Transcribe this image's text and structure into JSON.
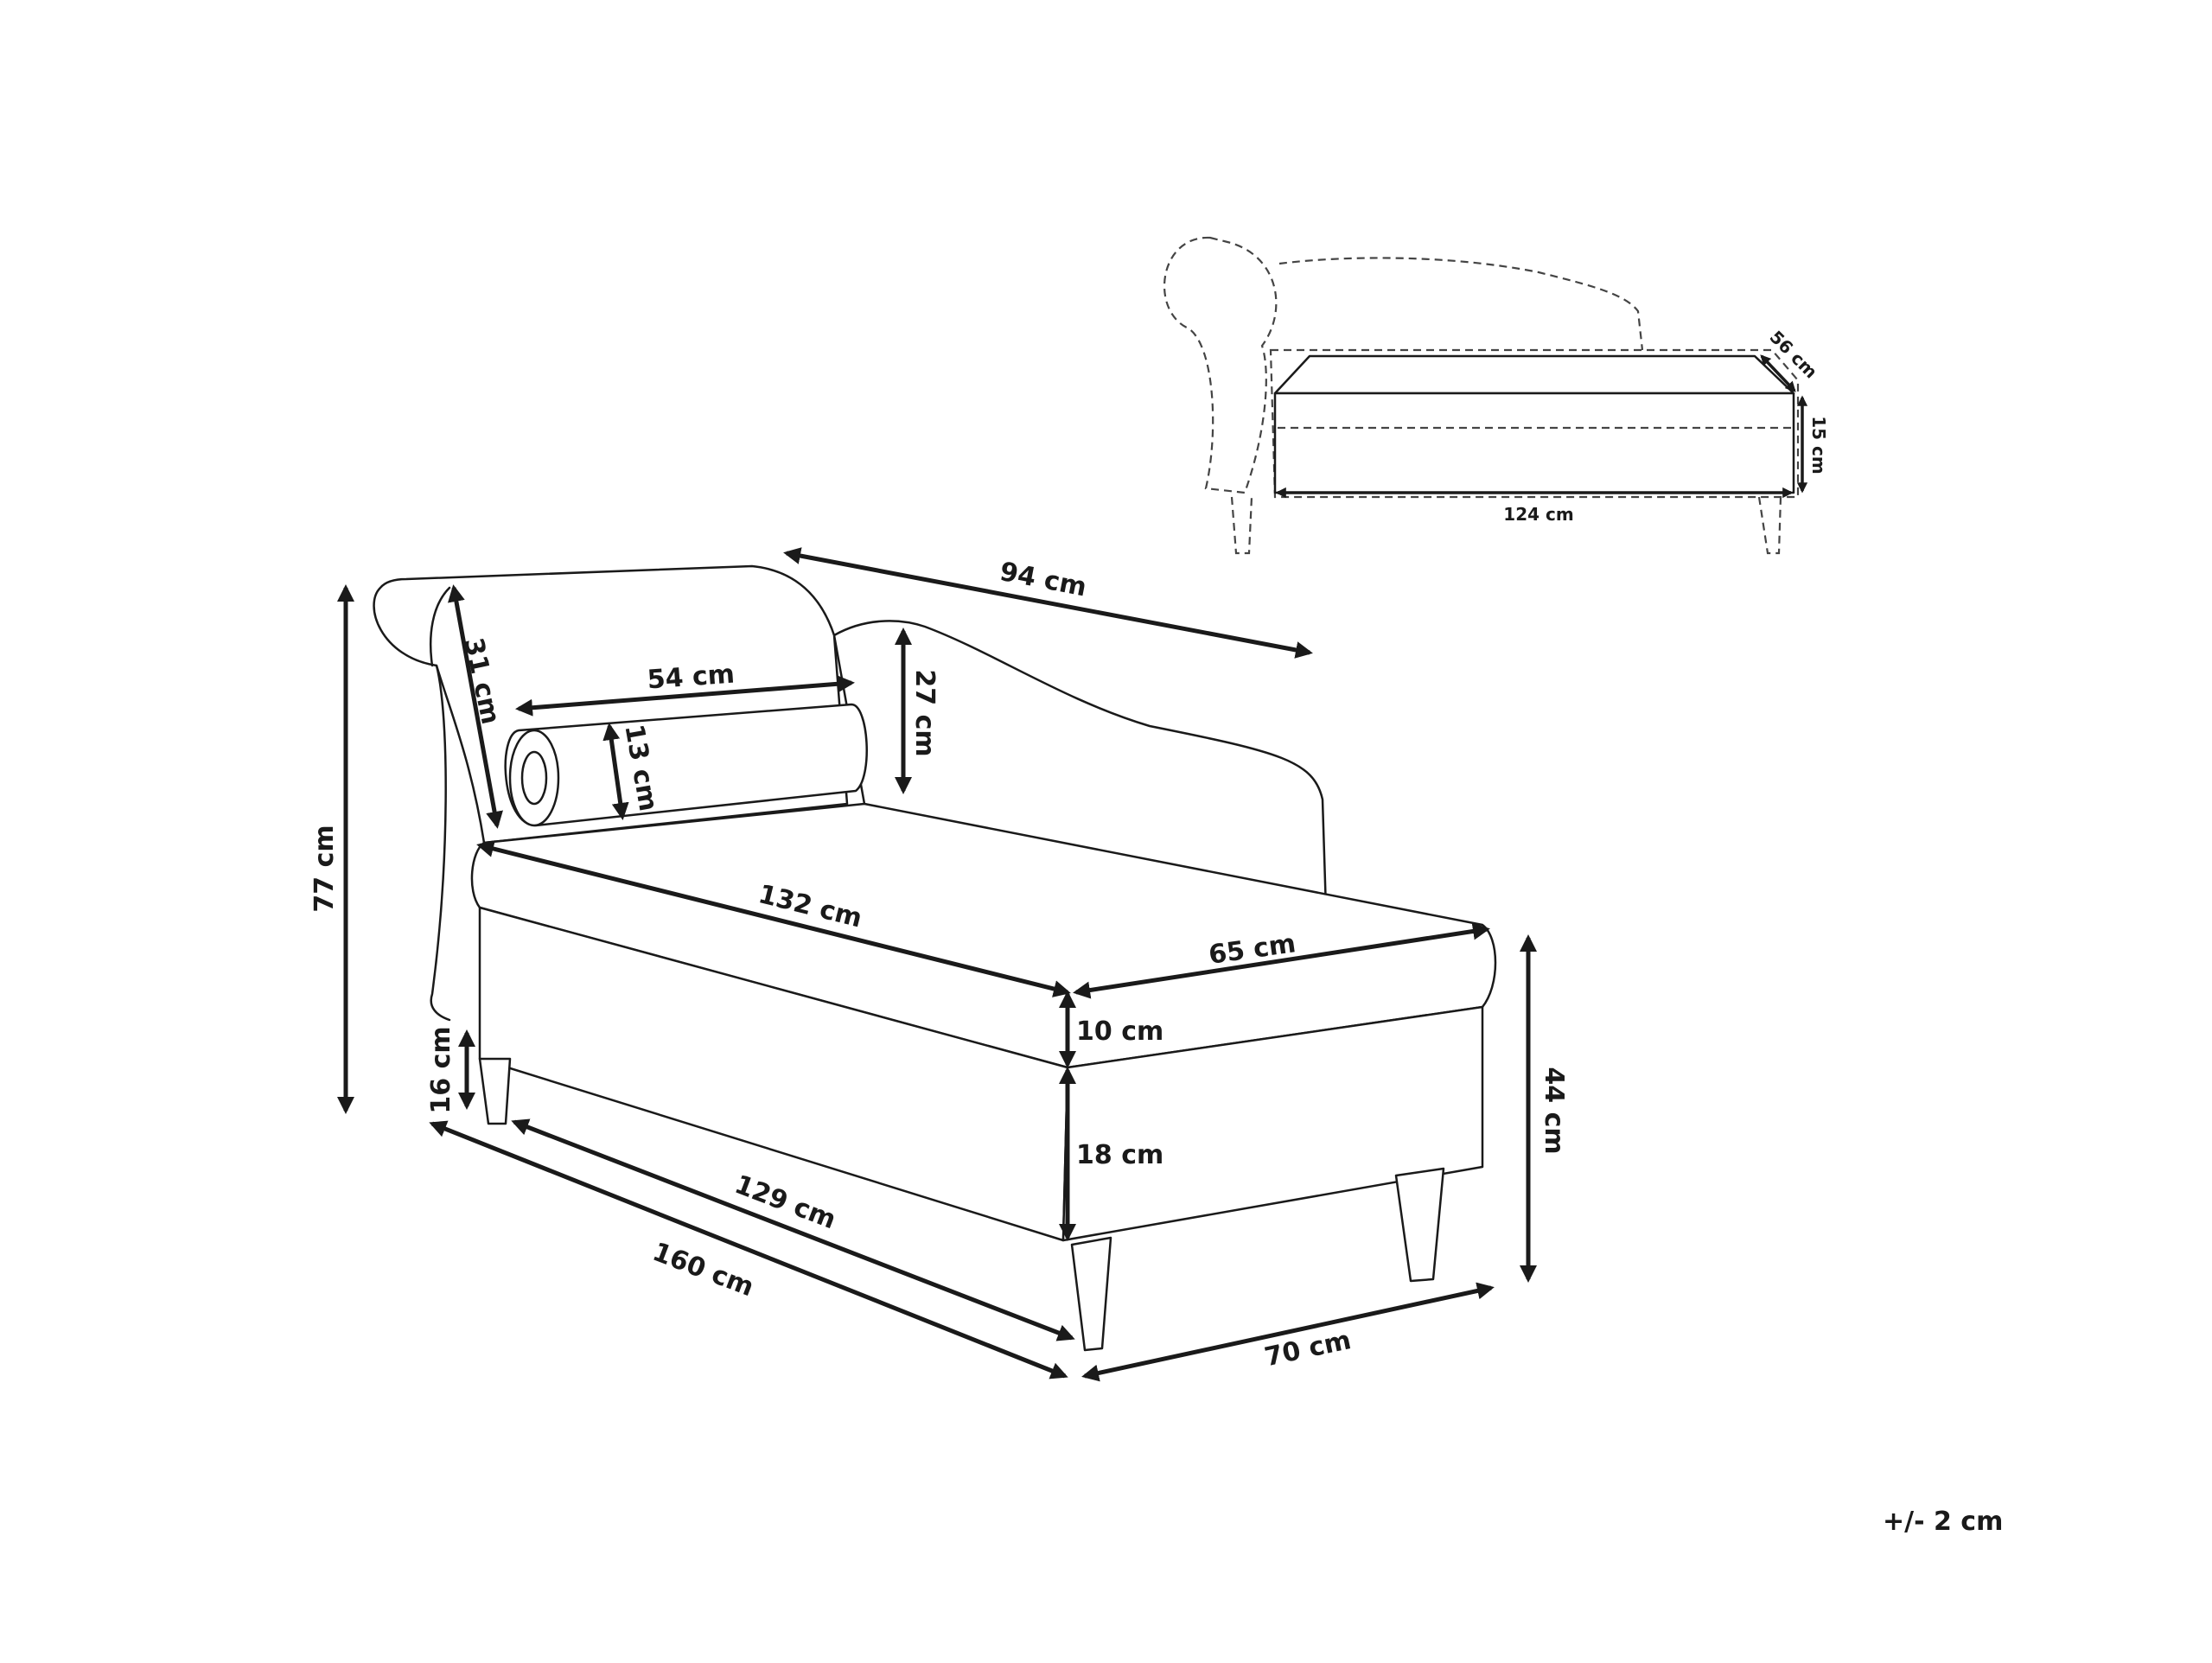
{
  "dimensions": {
    "overall_length": "160 cm",
    "seat_depth_front": "129 cm",
    "depth": "70 cm",
    "height_total": "77 cm",
    "leg_height": "16 cm",
    "seat_height": "44 cm",
    "backrest_length": "94 cm",
    "armrest_height": "31 cm",
    "backrest_height": "27 cm",
    "bolster_length": "54 cm",
    "bolster_diameter": "13 cm",
    "seat_length": "132 cm",
    "seat_width": "65 cm",
    "cushion_thickness": "10 cm",
    "base_height": "18 cm"
  },
  "storage": {
    "depth": "56 cm",
    "height": "15 cm",
    "length": "124 cm"
  },
  "tolerance": "+/- 2 cm"
}
